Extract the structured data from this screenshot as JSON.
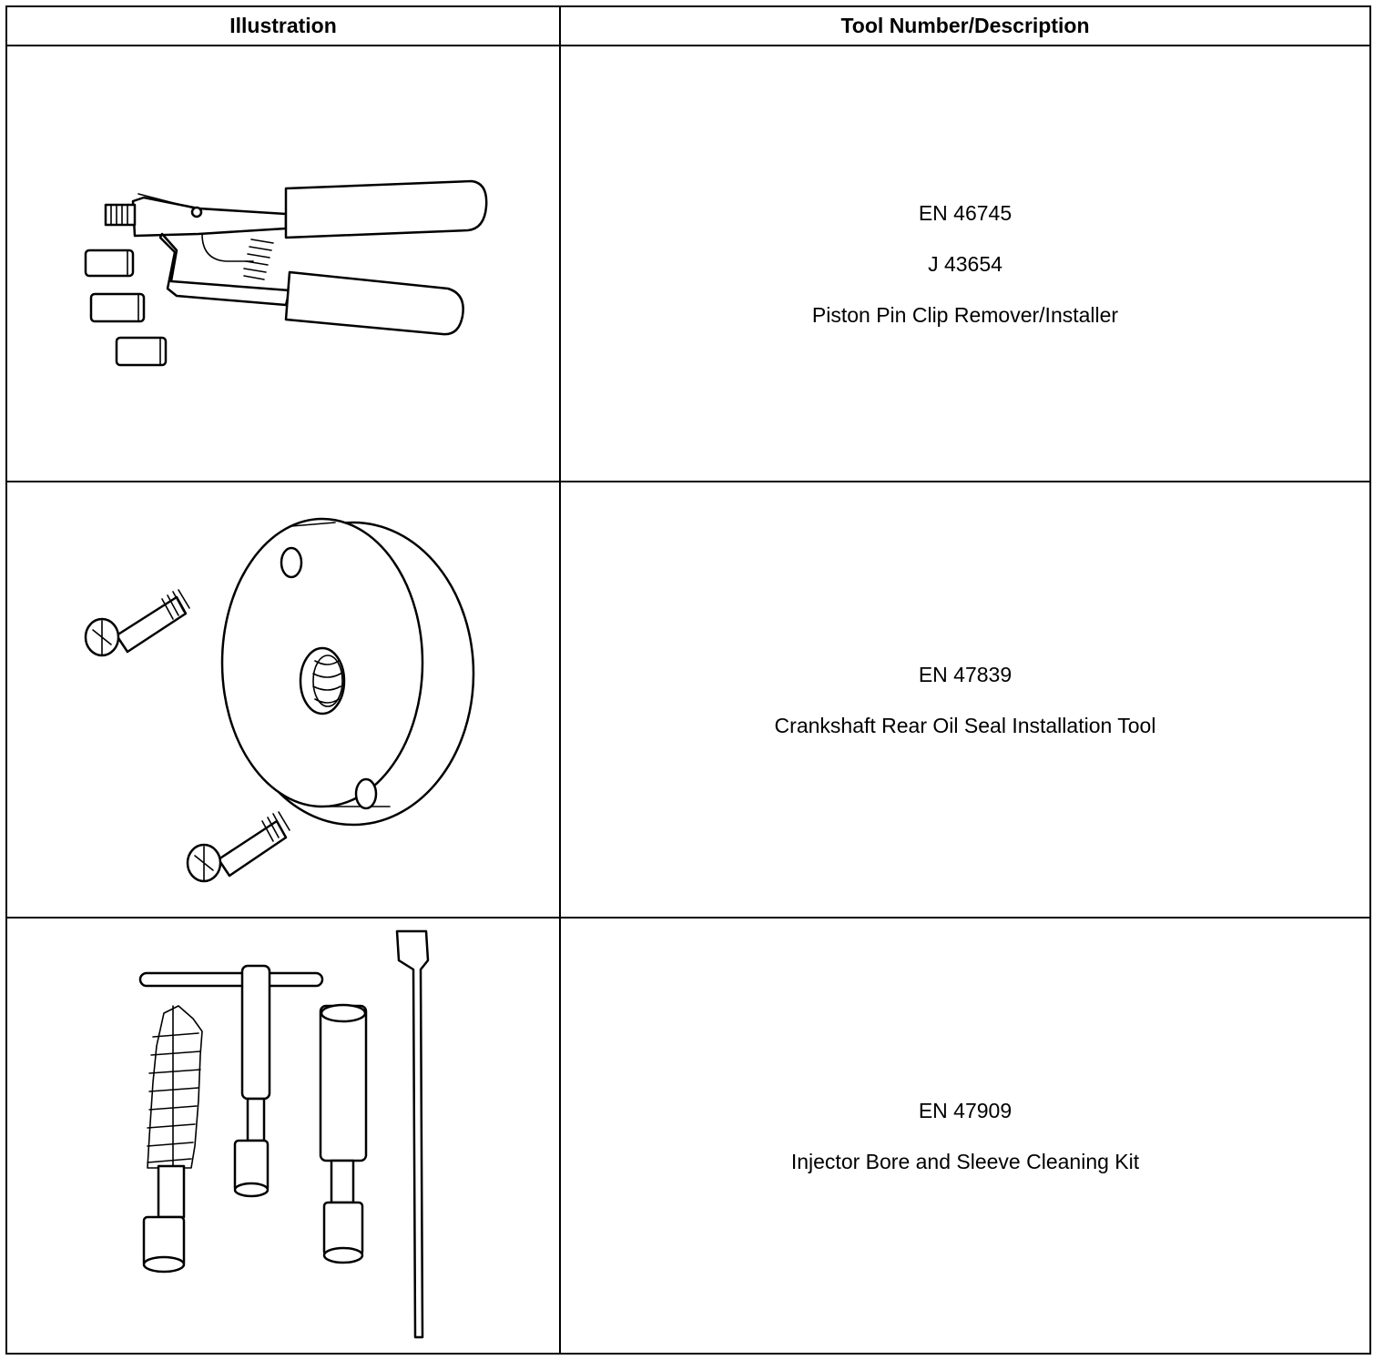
{
  "table": {
    "headers": {
      "illustration": "Illustration",
      "tool": "Tool Number/Description"
    },
    "rows": [
      {
        "illustration_icon": "piston-pin-clip-pliers-icon",
        "lines": [
          "EN 46745",
          "J 43654",
          "Piston Pin Clip Remover/Installer"
        ]
      },
      {
        "illustration_icon": "seal-installer-disc-icon",
        "lines": [
          "EN 47839",
          "Crankshaft Rear Oil Seal Installation Tool"
        ]
      },
      {
        "illustration_icon": "cleaning-kit-brushes-icon",
        "lines": [
          "EN 47909",
          "Injector Bore and Sleeve Cleaning Kit"
        ]
      }
    ]
  }
}
